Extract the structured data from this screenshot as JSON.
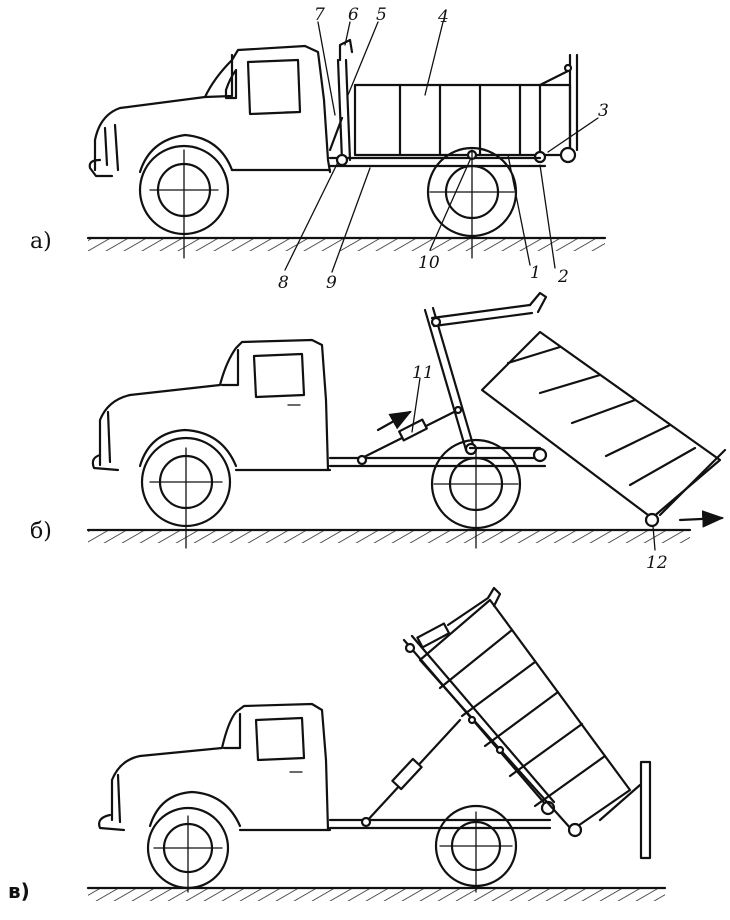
{
  "panels": [
    {
      "letter": "а)"
    },
    {
      "letter": "б)"
    },
    {
      "letter": "в)"
    }
  ],
  "callouts": [
    "1",
    "2",
    "3",
    "4",
    "5",
    "6",
    "7",
    "8",
    "9",
    "10",
    "11",
    "12"
  ]
}
